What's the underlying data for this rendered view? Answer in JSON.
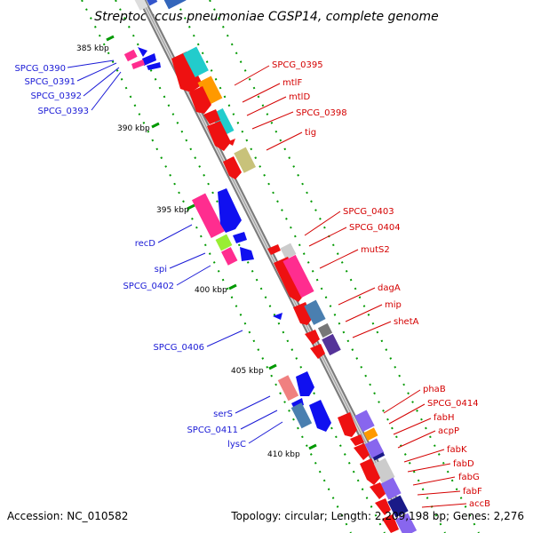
{
  "title": "Streptococcus pneumoniae CGSP14, complete genome",
  "footer": {
    "accession": "Accession: NC_010582",
    "topology": "Topology: circular; Length: 2,209,198 bp; Genes: 2,276"
  },
  "kbp_ticks": [
    "385 kbp",
    "390 kbp",
    "395 kbp",
    "400 kbp",
    "405 kbp",
    "410 kbp"
  ],
  "left_labels": [
    "SPCG_0390",
    "SPCG_0391",
    "SPCG_0392",
    "SPCG_0393",
    "recD",
    "spi",
    "SPCG_0402",
    "SPCG_0406",
    "serS",
    "SPCG_0411",
    "lysC"
  ],
  "right_labels": [
    "SPCG_0395",
    "mtlF",
    "mtlD",
    "SPCG_0398",
    "tig",
    "SPCG_0403",
    "SPCG_0404",
    "mutS2",
    "dagA",
    "mip",
    "shetA",
    "phaB",
    "SPCG_0414",
    "fabH",
    "acpP",
    "fabK",
    "fabD",
    "fabG",
    "fabF",
    "accB"
  ],
  "colors": {
    "forward_strand": "#ee1111",
    "reverse_strand": "#1111ee",
    "left_label": "#1a1ad6",
    "right_label": "#d40000",
    "tick": "#009900"
  }
}
